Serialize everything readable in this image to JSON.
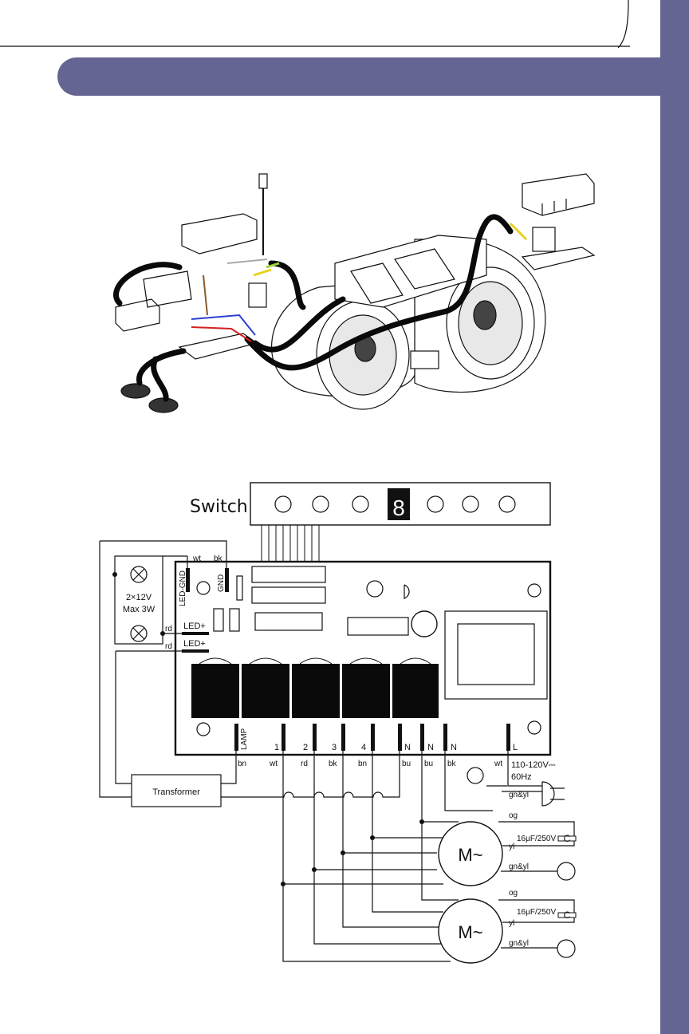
{
  "colors": {
    "accent": "#656593",
    "line": "#111111",
    "board": "#ffffff",
    "relay": "#0a0a0a",
    "wire_blue": "#2b3fd0",
    "wire_red": "#d42020",
    "wire_yellow": "#e8d21a",
    "wire_green": "#9bd23a",
    "wire_brown": "#8a5a2b",
    "wire_white": "#eeeeee"
  },
  "diagram": {
    "switch_label": "Switch",
    "display_digit": "8",
    "lamp_label_line1": "2×12V",
    "lamp_label_line2": "Max 3W",
    "wire_wt_top": "wt",
    "wire_bk_top": "bk",
    "led_gnd": "LED-GND",
    "gnd": "GND",
    "rd1": "rd",
    "rd2": "rd",
    "led_plus_1": "LED+",
    "led_plus_2": "LED+",
    "terminals": {
      "lamp": "LAMP",
      "t1": "1",
      "t2": "2",
      "t3": "3",
      "t4": "4",
      "n1": "N",
      "n2": "N",
      "n3": "N",
      "l": "L"
    },
    "wire_colors": {
      "c1": "bn",
      "c2": "wt",
      "c3": "rd",
      "c4": "bk",
      "c5": "bn",
      "c6": "bu",
      "c7": "bu",
      "c8": "bk",
      "c9": "wt"
    },
    "supply_line1": "110-120V⎓",
    "supply_line2": "60Hz",
    "transformer": "Transformer",
    "gnyl_plug": "gn&yl",
    "motor1": {
      "symbol": "M~",
      "og": "og",
      "cap": "16µF/250V",
      "cap_symbol": "C",
      "yl": "yl",
      "gnyl": "gn&yl"
    },
    "motor2": {
      "symbol": "M~",
      "og": "og",
      "cap": "16µF/250V",
      "cap_symbol": "C",
      "yl": "yl",
      "gnyl": "gn&yl"
    }
  }
}
